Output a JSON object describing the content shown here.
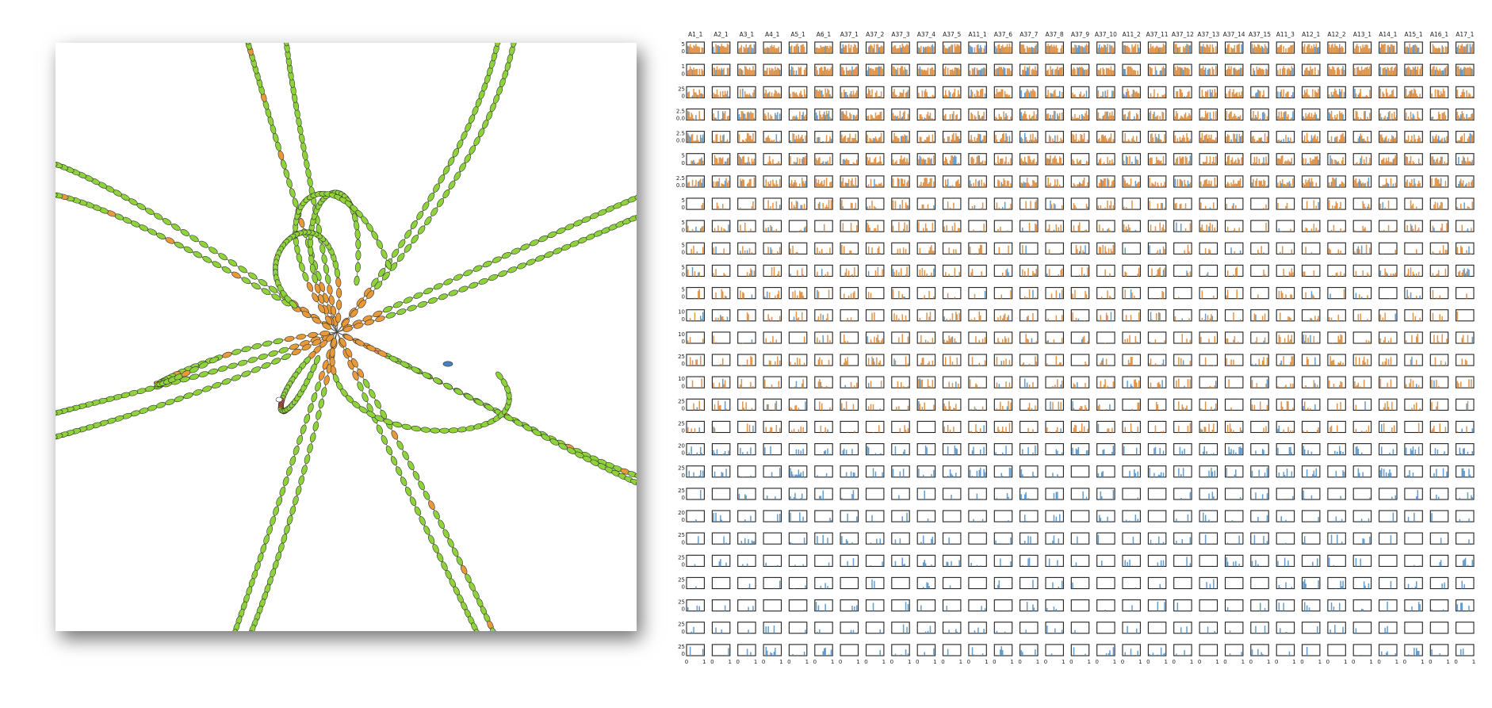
{
  "colors": {
    "node_fill": "#8fd33a",
    "node_orange": "#e89a3a",
    "node_red": "#c6534a",
    "node_blue": "#4a7fc0",
    "edge": "#444444",
    "bar_orange": "#d9832e",
    "bar_blue": "#4a8bc2"
  },
  "grid": {
    "column_titles": [
      "A1_1",
      "A2_1",
      "A3_1",
      "A4_1",
      "A5_1",
      "A6_1",
      "A37_1",
      "A37_2",
      "A37_3",
      "A37_4",
      "A37_5",
      "A11_1",
      "A37_6",
      "A37_7",
      "A37_8",
      "A37_9",
      "A37_10",
      "A11_2",
      "A37_11",
      "A37_12",
      "A37_13",
      "A37_14",
      "A37_15",
      "A11_3",
      "A12_1",
      "A12_2",
      "A13_1",
      "A14_1",
      "A15_1",
      "A16_1",
      "A17_1"
    ],
    "row_yticks": [
      [
        "5",
        "0"
      ],
      [
        "1",
        "0"
      ],
      [
        "25",
        "0"
      ],
      [
        "2.5",
        "0.0"
      ],
      [
        "2.5",
        "0.0"
      ],
      [
        "5",
        "0"
      ],
      [
        "2.5",
        "0.0"
      ],
      [
        "5",
        "0"
      ],
      [
        "5",
        "0"
      ],
      [
        "5",
        "0"
      ],
      [
        "5",
        "0"
      ],
      [
        "5",
        "0"
      ],
      [
        "10",
        "0"
      ],
      [
        "10",
        "0"
      ],
      [
        "25",
        "0"
      ],
      [
        "10",
        "0"
      ],
      [
        "25",
        "0"
      ],
      [
        "25",
        "0"
      ],
      [
        "20",
        "0"
      ],
      [
        "25",
        "0"
      ],
      [
        "25",
        "0"
      ],
      [
        "20",
        "0"
      ],
      [
        "25",
        "0"
      ],
      [
        "25",
        "0"
      ],
      [
        "25",
        "0"
      ],
      [
        "25",
        "0"
      ],
      [
        "25",
        "0"
      ],
      [
        "25",
        "0"
      ]
    ],
    "bottom_xticks": [
      "0",
      "1"
    ]
  }
}
